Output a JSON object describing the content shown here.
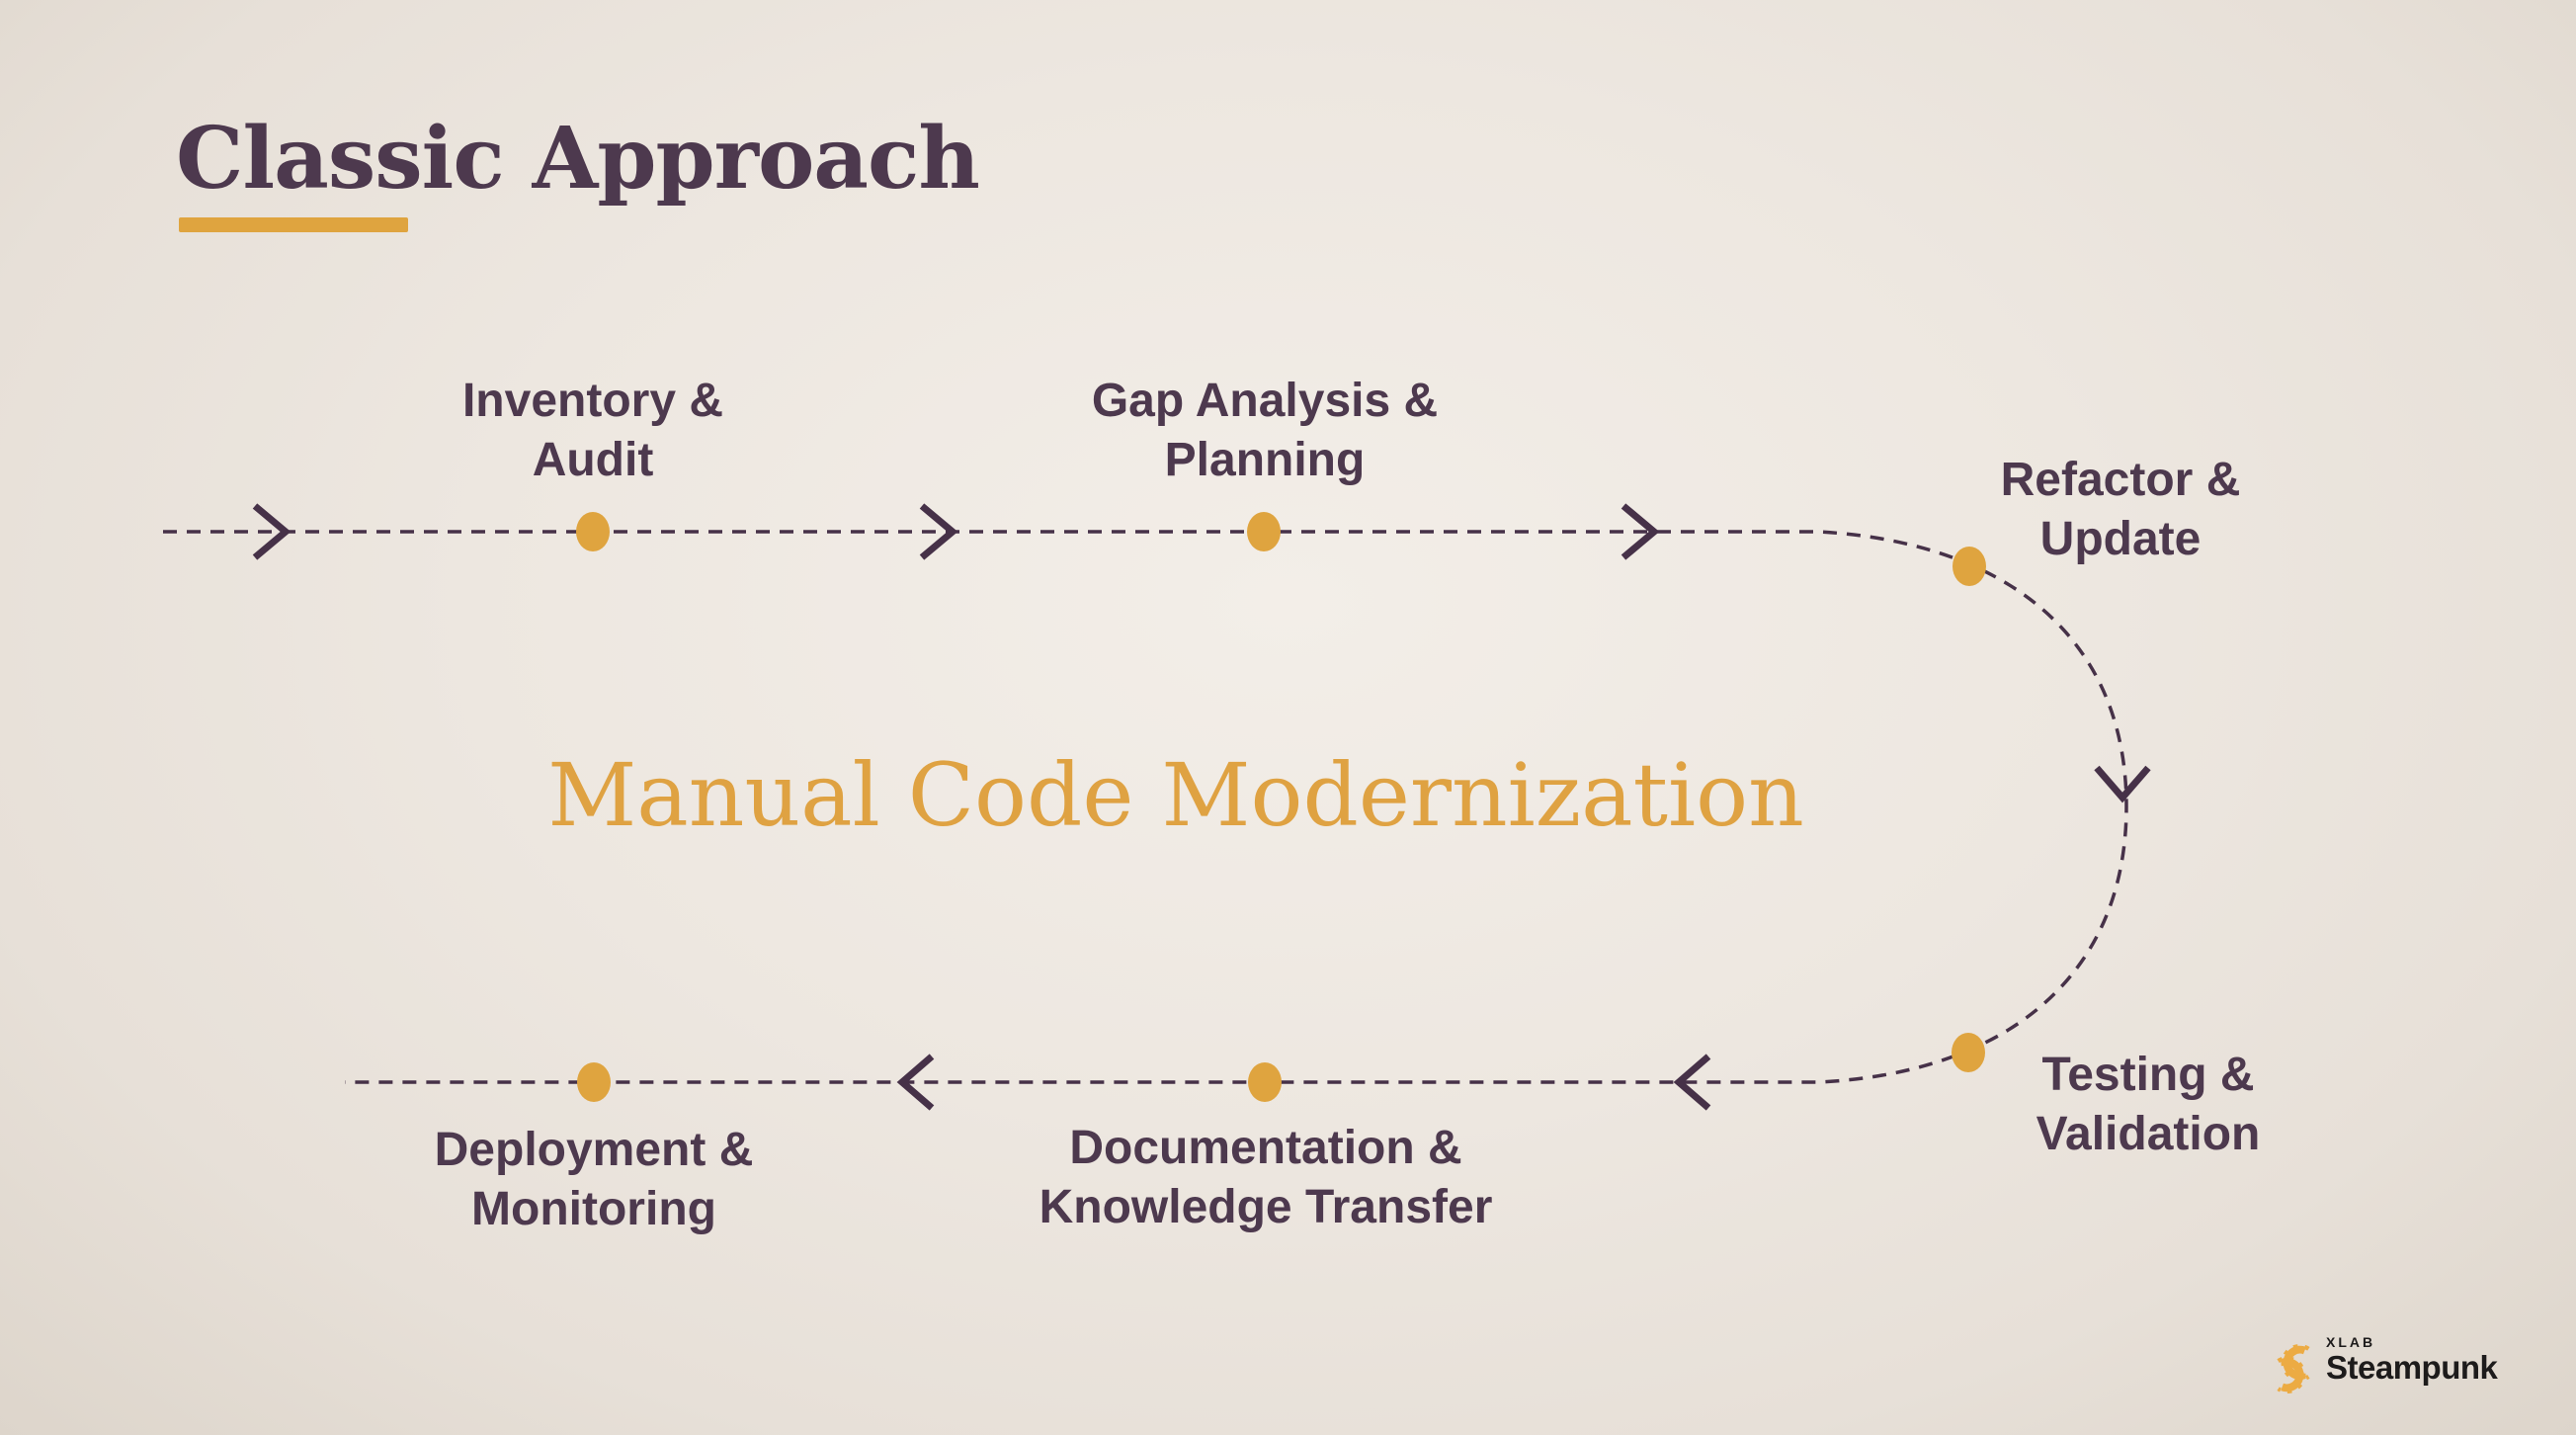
{
  "slide": {
    "title": "Classic Approach",
    "center_label": "Manual Code Modernization"
  },
  "flow": {
    "steps": [
      {
        "id": "inventory-audit",
        "line1": "Inventory &",
        "line2": "Audit"
      },
      {
        "id": "gap-analysis-planning",
        "line1": "Gap Analysis &",
        "line2": "Planning"
      },
      {
        "id": "refactor-update",
        "line1": "Refactor &",
        "line2": "Update"
      },
      {
        "id": "testing-validation",
        "line1": "Testing &",
        "line2": "Validation"
      },
      {
        "id": "documentation-transfer",
        "line1": "Documentation &",
        "line2": "Knowledge Transfer"
      },
      {
        "id": "deployment-monitoring",
        "line1": "Deployment &",
        "line2": "Monitoring"
      }
    ]
  },
  "logo": {
    "company": "XLAB",
    "product": "Steampunk"
  },
  "colors": {
    "accent_orange": "#DFA43F",
    "plum_text": "#4D394E",
    "line_plum": "#463148",
    "background_center": "#F3EEE8",
    "background_edge": "#DDD5CB",
    "logo_text": "#1D1B1B"
  }
}
